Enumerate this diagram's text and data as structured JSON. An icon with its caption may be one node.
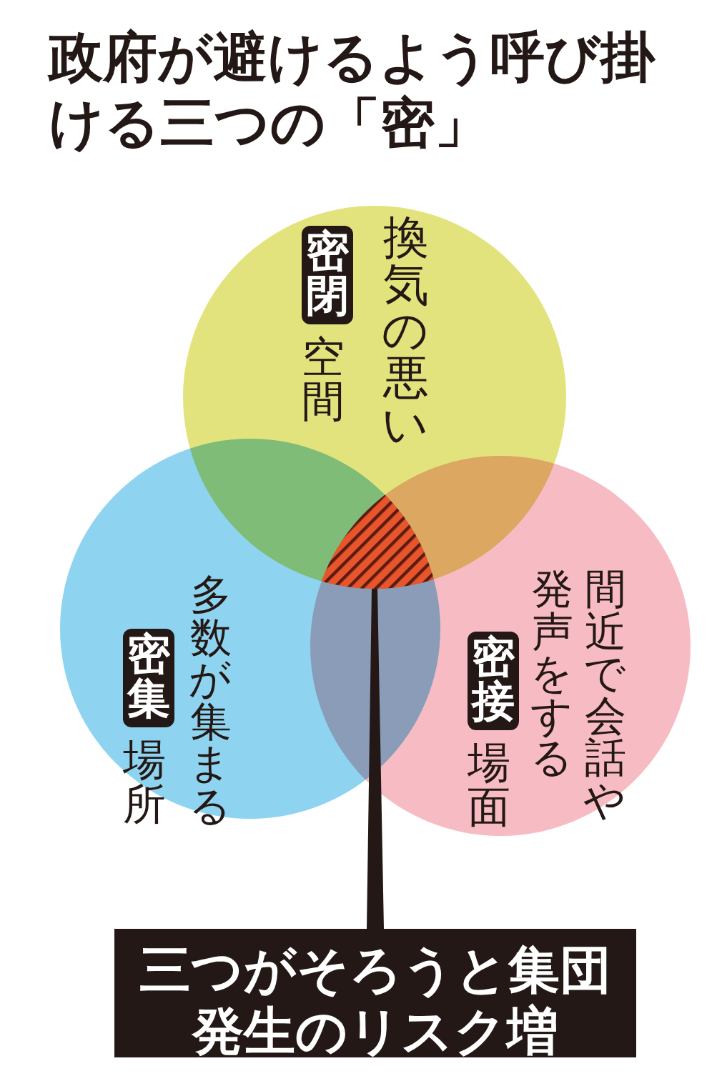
{
  "diagram": {
    "title": "政府が避けるよう呼び掛ける三つの「密」",
    "nodes": [
      {
        "text": [
          "密閉",
          "空間",
          "換気の悪い"
        ]
      },
      {
        "text": [
          "密集",
          "場所",
          "多数が集まる"
        ]
      },
      {
        "text": [
          "密接",
          "場面",
          "間近で会話や発声をする"
        ]
      },
      {
        "text": [],
        "shape": "triangle"
      },
      {
        "text": [
          "三つがそろうと集団発生のリスク増"
        ]
      }
    ],
    "edges": [
      {
        "from": 4,
        "to": 3,
        "arrow": "none"
      }
    ]
  }
}
